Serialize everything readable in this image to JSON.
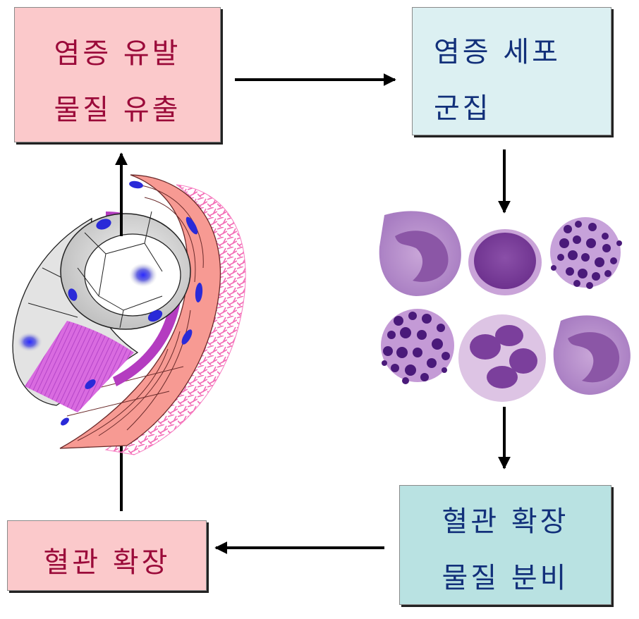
{
  "boxes": {
    "release": {
      "line1": "염증 유발",
      "line2": "물질 유출"
    },
    "gather": {
      "line1": "염증 세포",
      "line2": "군집"
    },
    "secrete": {
      "line1": "혈관 확장",
      "line2": "물질 분비"
    },
    "dilate": {
      "line1": "혈관 확장"
    }
  },
  "flow": [
    {
      "from": "release",
      "to": "gather"
    },
    {
      "from": "gather",
      "to": "cells"
    },
    {
      "from": "cells",
      "to": "secrete"
    },
    {
      "from": "secrete",
      "to": "dilate"
    },
    {
      "from": "dilate",
      "to": "vessel"
    },
    {
      "from": "vessel",
      "to": "release"
    }
  ],
  "illustrations": {
    "vessel": "blood-vessel-cross-section",
    "cells": [
      "monocyte",
      "lymphocyte",
      "basophil",
      "eosinophil",
      "neutrophil",
      "monocyte"
    ]
  },
  "colors": {
    "pink_box": "#fbc9cb",
    "pink_text": "#9b0b3a",
    "blue_box_light": "#dcf0f2",
    "blue_box": "#b9e2e2",
    "blue_text": "#12307a"
  }
}
